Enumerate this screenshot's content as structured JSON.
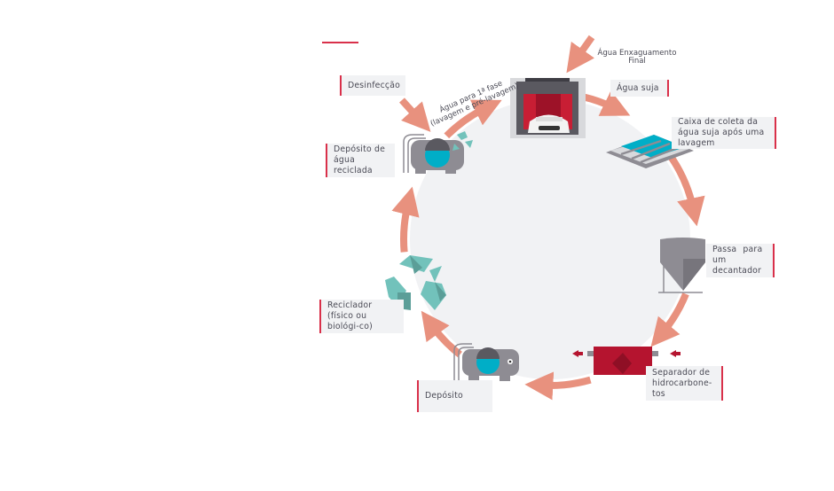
{
  "labels": {
    "desinfeccao": "Desinfecção",
    "deposito_reciclada": "Depósito de água reciclada",
    "agua_suja": "Água suja",
    "enxaguamento_line1": "Água Enxaguamento",
    "enxaguamento_line2": "Final",
    "primeira_fase_line1": "Água para 1ª fase",
    "primeira_fase_line2": "(lavagem e pré-lavagem)",
    "caixa_coleta": "Caixa de coleta da água suja após uma lavagem",
    "decantador": "Passa para um decantador",
    "separador": "Separador de hidrocarbone-tos",
    "deposito": "Depósito",
    "reciclador": "Reciclador (físico ou biológi-co)"
  },
  "colors": {
    "accent": "#d9304a",
    "arrow": "#e8917e",
    "circle": "#f1f2f4",
    "water": "#00aec7",
    "recycle": "#72c2bb",
    "separator": "#b5142f",
    "tank": "#8e8c93"
  }
}
